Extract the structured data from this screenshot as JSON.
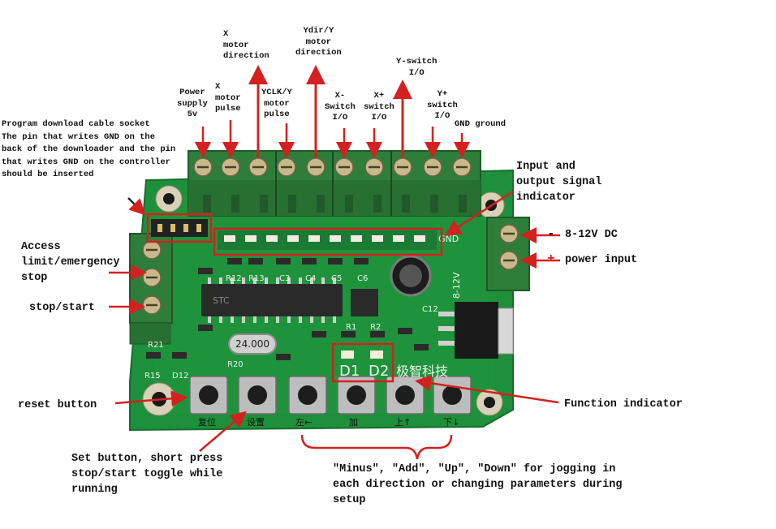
{
  "colors": {
    "board": "#1e8f3a",
    "board_dark": "#156e2c",
    "terminal": "#2f7d3a",
    "terminal_dark": "#1f5a28",
    "chip": "#2a2a2a",
    "arrow": "#d42020",
    "silkscreen": "#e8f5e8"
  },
  "labels": {
    "x_motor_direction": "X\nmotor\ndirection",
    "ydir_motor_direction": "Ydir/Y\nmotor\ndirection",
    "y_switch": "Y-switch\nI/O",
    "power_supply": "Power\nsupply\n5v",
    "x_motor_pulse": "X\nmotor\npulse",
    "yclk_motor_pulse": "YCLK/Y\nmotor\npulse",
    "x_minus_switch": "X-\nSwitch\nI/O",
    "x_plus_switch": "X+\nswitch\nI/O",
    "y_plus_switch": "Y+\nswitch\nI/O",
    "gnd_ground": "GND ground",
    "program_cable": "Program download cable socket\nThe pin that writes GND on the\nback of the downloader and the pin\nthat writes GND on the controller\nshould be inserted",
    "io_indicator": "Input and\noutput signal\nindicator",
    "dc_minus": "-",
    "dc_range": "8-12V DC",
    "dc_plus": "+",
    "power_input": "power input",
    "access_limit": "Access\nlimit/emergency\nstop",
    "stop_start": "stop/start",
    "reset_button": "reset button",
    "function_indicator": "Function indicator",
    "set_button": "Set button, short press\nstop/start toggle while\nrunning",
    "jog_buttons": "\"Minus\", \"Add\", \"Up\", \"Down\" for jogging in\neach direction or changing parameters during\nsetup"
  },
  "silkscreen": {
    "crystal": "24.000",
    "d1": "D1",
    "d2": "D2",
    "brand": "极智科技",
    "reset": "复位",
    "set": "设置",
    "left": "左←",
    "add": "加",
    "up": "上↑",
    "down": "下↓",
    "gnd": "GND",
    "power": "8-12V",
    "chip": "STC",
    "c12": "C12",
    "r12": "R12",
    "r13": "R13",
    "c3": "C3",
    "c4": "C4",
    "c5": "C5",
    "c6": "C6",
    "r15": "R15",
    "d12": "D12",
    "r1": "R1",
    "r2": "R2",
    "r20": "R20",
    "r21": "R21"
  }
}
